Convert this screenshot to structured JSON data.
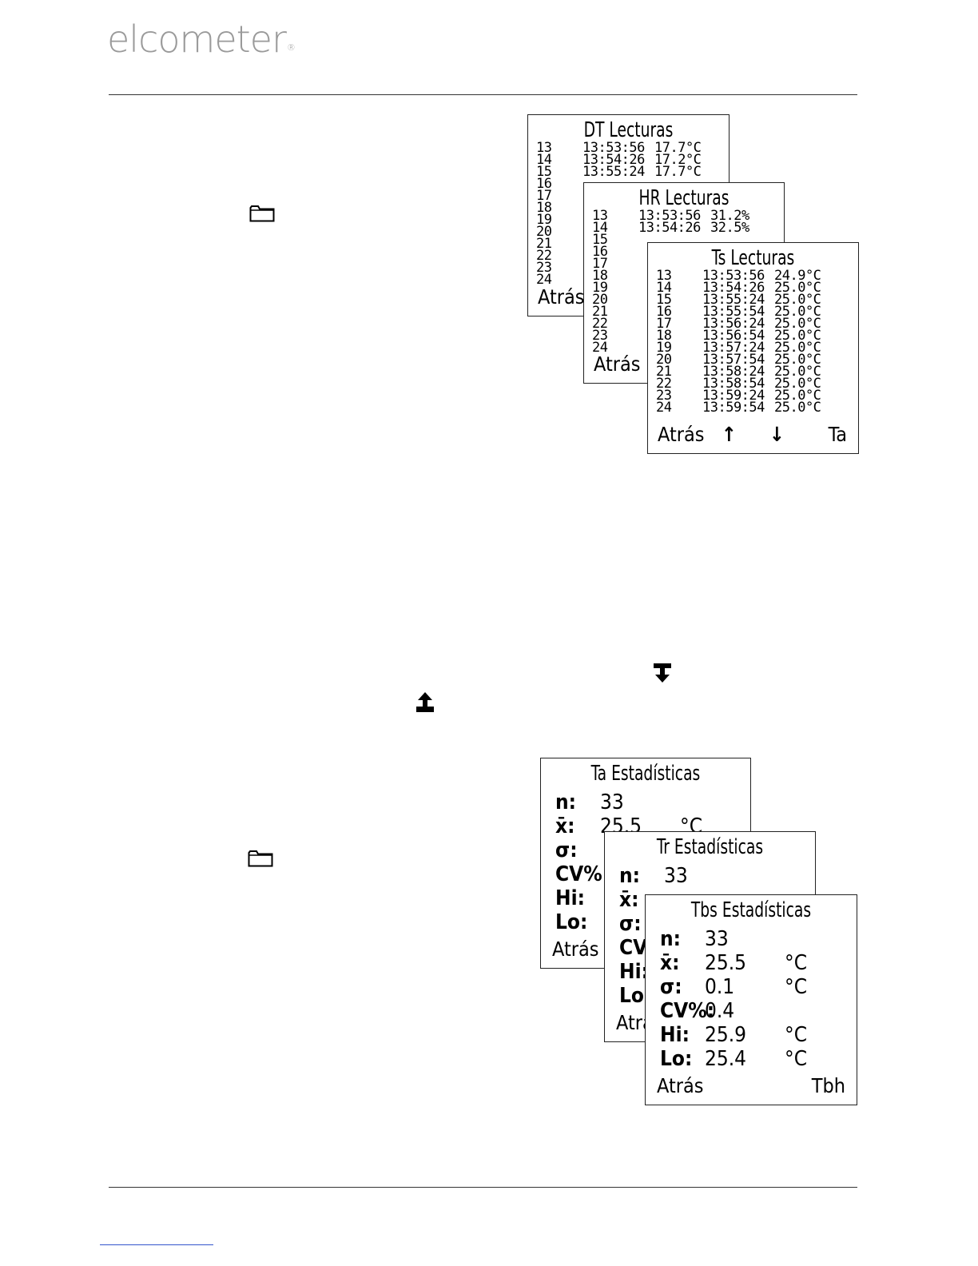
{
  "header": {
    "logo": "elcometer",
    "logo_mark": "®"
  },
  "readings_screens": [
    {
      "title": "DT Lecturas",
      "rows": [
        {
          "n": "13",
          "time": "13:53:56",
          "value": "17.7°C"
        },
        {
          "n": "14",
          "time": "13:54:26",
          "value": "17.2°C"
        },
        {
          "n": "15",
          "time": "13:55:24",
          "value": "17.7°C"
        },
        {
          "n": "16",
          "time": "",
          "value": ""
        },
        {
          "n": "17",
          "time": "",
          "value": ""
        },
        {
          "n": "18",
          "time": "",
          "value": ""
        },
        {
          "n": "19",
          "time": "",
          "value": ""
        },
        {
          "n": "20",
          "time": "",
          "value": ""
        },
        {
          "n": "21",
          "time": "",
          "value": ""
        },
        {
          "n": "22",
          "time": "",
          "value": ""
        },
        {
          "n": "23",
          "time": "",
          "value": ""
        },
        {
          "n": "24",
          "time": "",
          "value": ""
        }
      ],
      "softkey_back": "Atrás"
    },
    {
      "title": "HR Lecturas",
      "rows": [
        {
          "n": "13",
          "time": "13:53:56",
          "value": "31.2%"
        },
        {
          "n": "14",
          "time": "13:54:26",
          "value": "32.5%"
        },
        {
          "n": "15",
          "time": "",
          "value": ""
        },
        {
          "n": "16",
          "time": "",
          "value": ""
        },
        {
          "n": "17",
          "time": "",
          "value": ""
        },
        {
          "n": "18",
          "time": "",
          "value": ""
        },
        {
          "n": "19",
          "time": "",
          "value": ""
        },
        {
          "n": "20",
          "time": "",
          "value": ""
        },
        {
          "n": "21",
          "time": "",
          "value": ""
        },
        {
          "n": "22",
          "time": "",
          "value": ""
        },
        {
          "n": "23",
          "time": "",
          "value": ""
        },
        {
          "n": "24",
          "time": "",
          "value": ""
        }
      ],
      "softkey_back": "Atrás"
    },
    {
      "title": "Ts Lecturas",
      "rows": [
        {
          "n": "13",
          "time": "13:53:56",
          "value": "24.9°C"
        },
        {
          "n": "14",
          "time": "13:54:26",
          "value": "25.0°C"
        },
        {
          "n": "15",
          "time": "13:55:24",
          "value": "25.0°C"
        },
        {
          "n": "16",
          "time": "13:55:54",
          "value": "25.0°C"
        },
        {
          "n": "17",
          "time": "13:56:24",
          "value": "25.0°C"
        },
        {
          "n": "18",
          "time": "13:56:54",
          "value": "25.0°C"
        },
        {
          "n": "19",
          "time": "13:57:24",
          "value": "25.0°C"
        },
        {
          "n": "20",
          "time": "13:57:54",
          "value": "25.0°C"
        },
        {
          "n": "21",
          "time": "13:58:24",
          "value": "25.0°C"
        },
        {
          "n": "22",
          "time": "13:58:54",
          "value": "25.0°C"
        },
        {
          "n": "23",
          "time": "13:59:24",
          "value": "25.0°C"
        },
        {
          "n": "24",
          "time": "13:59:54",
          "value": "25.0°C"
        }
      ],
      "softkey_back": "Atrás",
      "softkey_up": "↑",
      "softkey_down": "↓",
      "softkey_next": "Ta"
    }
  ],
  "stats_screens": [
    {
      "title": "Ta Estadísticas",
      "rows": [
        {
          "label": "n:",
          "value": "33",
          "unit": ""
        },
        {
          "label": "x̄:",
          "value": "25.5",
          "unit": "°C"
        },
        {
          "label": "σ:",
          "value": "",
          "unit": ""
        },
        {
          "label": "CV%:",
          "value": "",
          "unit": ""
        },
        {
          "label": "Hi:",
          "value": "",
          "unit": ""
        },
        {
          "label": "Lo:",
          "value": "",
          "unit": ""
        }
      ],
      "softkey_back": "Atrás"
    },
    {
      "title": "Tr Estadísticas",
      "rows": [
        {
          "label": "n:",
          "value": "33",
          "unit": ""
        },
        {
          "label": "x̄:",
          "value": "",
          "unit": ""
        },
        {
          "label": "σ:",
          "value": "",
          "unit": ""
        },
        {
          "label": "CV%",
          "value": "",
          "unit": ""
        },
        {
          "label": "Hi:",
          "value": "",
          "unit": ""
        },
        {
          "label": "Lo",
          "value": "",
          "unit": ""
        }
      ],
      "softkey_back": "Atrás"
    },
    {
      "title": "Tbs Estadísticas",
      "rows": [
        {
          "label": "n:",
          "value": "33",
          "unit": ""
        },
        {
          "label": "x̄:",
          "value": "25.5",
          "unit": "°C"
        },
        {
          "label": "σ:",
          "value": "0.1",
          "unit": "°C"
        },
        {
          "label": "CV%:",
          "value": "0.4",
          "unit": ""
        },
        {
          "label": "Hi:",
          "value": "25.9",
          "unit": "°C"
        },
        {
          "label": "Lo:",
          "value": "25.4",
          "unit": "°C"
        }
      ],
      "softkey_back": "Atrás",
      "softkey_next": "Tbh"
    }
  ],
  "icons": [
    "folder-icon",
    "download-icon",
    "upload-icon"
  ]
}
